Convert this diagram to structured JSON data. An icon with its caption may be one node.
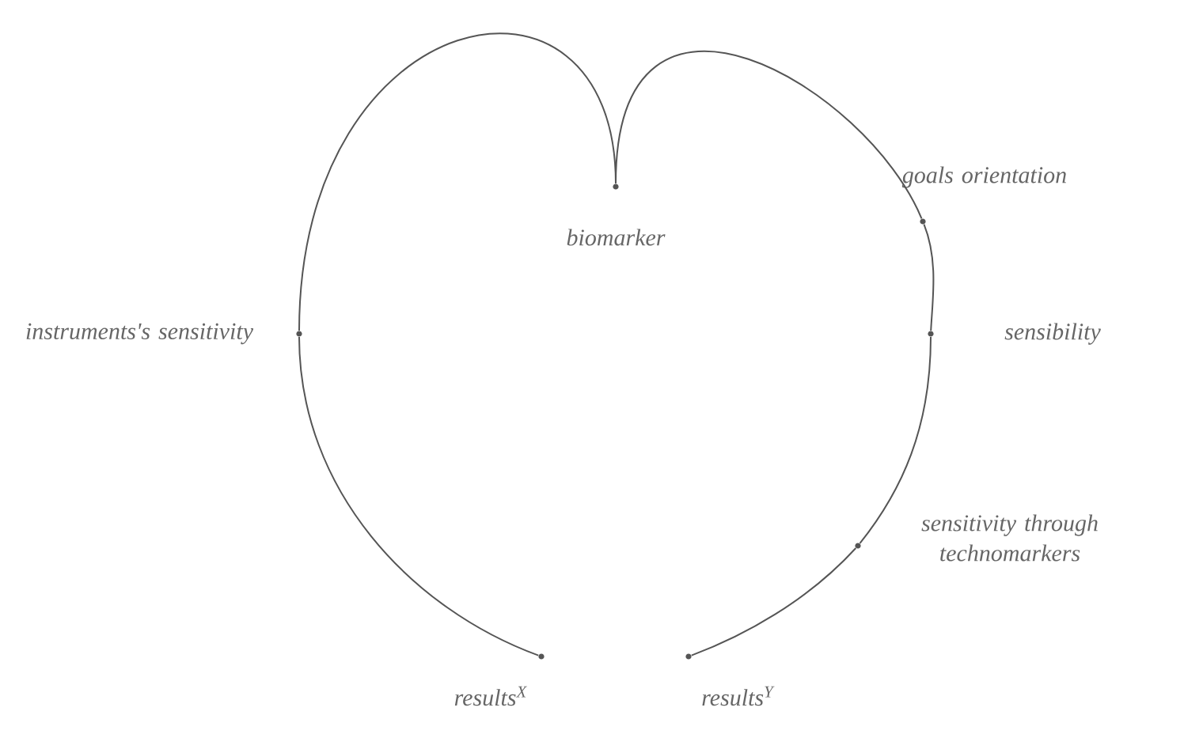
{
  "diagram": {
    "nodes": [
      {
        "text": [
          "biomarker"
        ]
      },
      {
        "text": [
          "goals orientation"
        ]
      },
      {
        "text": [
          "instruments's sensitivity"
        ]
      },
      {
        "text": [
          "sensibility"
        ]
      },
      {
        "text": [
          "sensitivity through technomarkers"
        ]
      },
      {
        "text": [
          "results$^{X}$"
        ]
      },
      {
        "text": [
          "results$^{Y}$"
        ]
      }
    ],
    "edges": [
      {
        "from": 5,
        "to": 2,
        "arrow": "none"
      },
      {
        "from": 2,
        "to": 0,
        "arrow": "none"
      },
      {
        "from": 0,
        "to": 1,
        "arrow": "none"
      },
      {
        "from": 1,
        "to": 3,
        "arrow": "none"
      },
      {
        "from": 3,
        "to": 4,
        "arrow": "none"
      },
      {
        "from": 4,
        "to": 6,
        "arrow": "none"
      }
    ]
  }
}
